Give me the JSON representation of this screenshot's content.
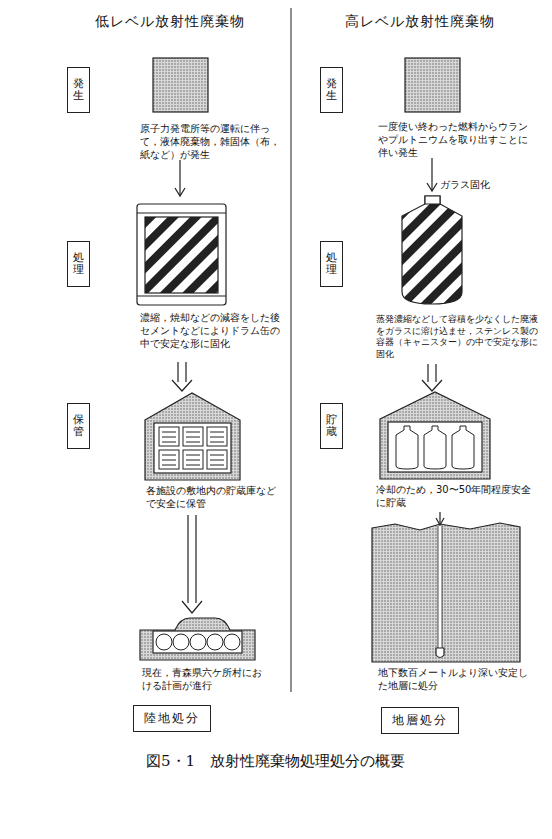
{
  "diagram": {
    "caption": "図5・1　放射性廃棄物処理処分の概要",
    "nodes": [
      {
        "text": [
          "発生"
        ]
      },
      {
        "text": [
          "処理"
        ]
      },
      {
        "text": [
          "保管"
        ]
      },
      {
        "text": [
          "陸地処分"
        ]
      },
      {
        "text": [
          "発生"
        ]
      },
      {
        "text": [
          "処理"
        ]
      },
      {
        "text": [
          "貯蔵"
        ]
      },
      {
        "text": [
          "地層処分"
        ]
      }
    ],
    "labels": [
      "低レベル放射性廃棄物",
      "高レベル放射性廃棄物",
      "原子力発電所等の運転に伴って，液体廃棄物，雑固体（布，紙など）が発生",
      "濃縮，焼却などの減容をした後セメントなどによりドラム缶の中で安定な形に固化",
      "各施設の敷地内の貯蔵庫などで安全に保管",
      "現在，青森県六ケ所村における計画が進行",
      "一度使い終わった燃料からウランやプルトニウムを取り出すことに伴い発生",
      "ガラス固化",
      "蒸発濃縮などして容積を少なくした廃液をガラスに溶け込ませ，ステンレス製の容器（キャニスター）の中で安定な形に固化",
      "冷却のため，30〜50年間程度安全に貯蔵",
      "地下数百メートルより深い安定した地層に処分"
    ]
  }
}
